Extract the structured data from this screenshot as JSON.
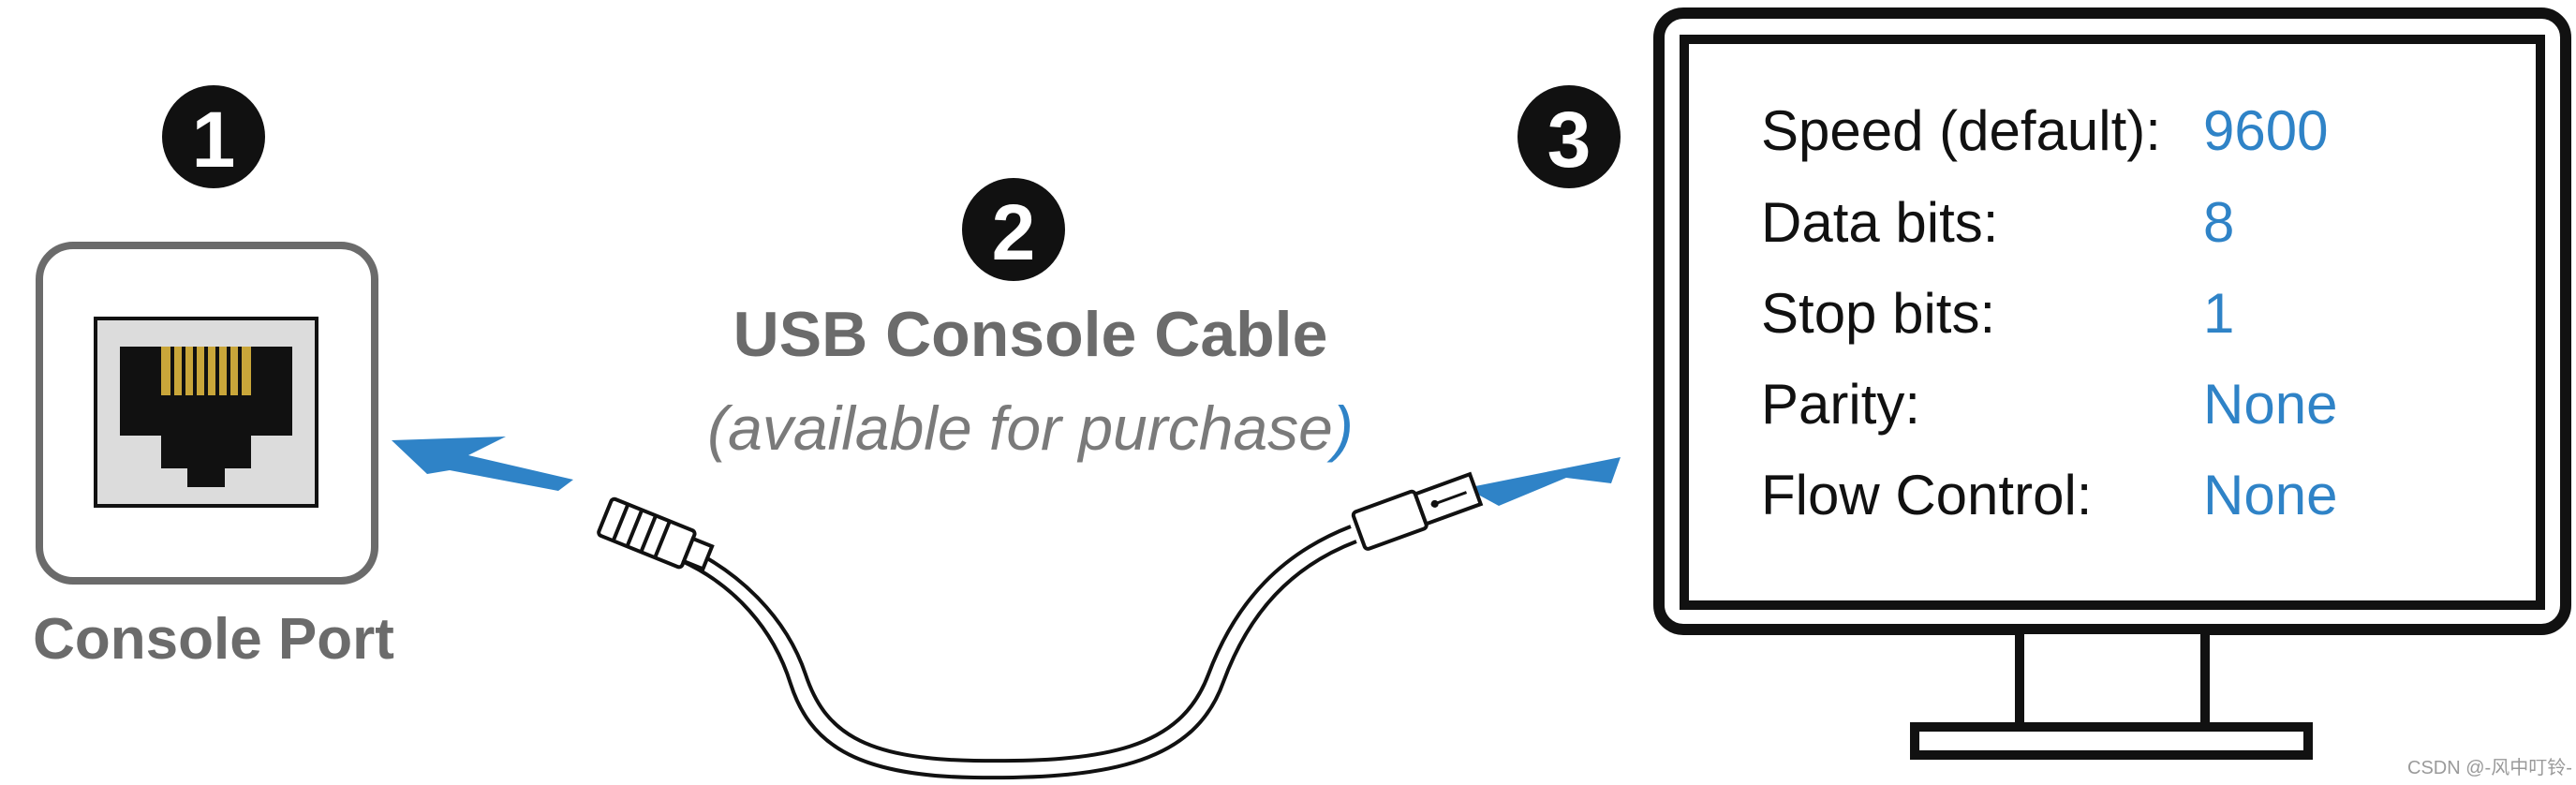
{
  "steps": {
    "one": "❶",
    "two": "❷",
    "three": "❸"
  },
  "console_port": {
    "label": "Console Port"
  },
  "cable": {
    "title": "USB Console Cable",
    "subtitle_main": "(available for purchase",
    "subtitle_end": ")"
  },
  "settings": [
    {
      "label": "Speed (default):",
      "value": "9600"
    },
    {
      "label": "Data bits:",
      "value": "8"
    },
    {
      "label": "Stop bits:",
      "value": "1"
    },
    {
      "label": "Parity:",
      "value": "None"
    },
    {
      "label": "Flow Control:",
      "value": "None"
    }
  ],
  "watermark": "CSDN @-风中叮铃-",
  "colors": {
    "accent_blue": "#2f83c7",
    "port_gold": "#c9a63a",
    "frame_gray": "#6b6b6b"
  },
  "icons": [
    "rj45-port-icon",
    "usb-cable-icon",
    "monitor-icon",
    "arrow-icon"
  ]
}
